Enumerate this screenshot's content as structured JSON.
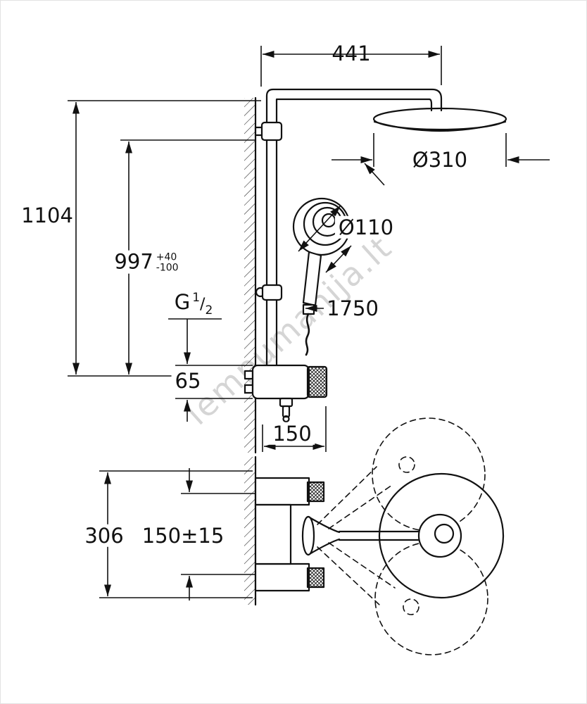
{
  "watermark": {
    "text": "lempumanija.lt"
  },
  "dimensions": {
    "top_width": "441",
    "head_diameter": "Ø310",
    "hand_shower_diameter": "Ø110",
    "total_height": "1104",
    "wall_bracket_height": "997",
    "tolerance_plus": "+40",
    "tolerance_minus": "-100",
    "thread_letter": "G",
    "thread_numerator": "1",
    "thread_slash": "/",
    "thread_denominator": "2",
    "hose_length": "1750",
    "valve_height": "65",
    "valve_depth": "150",
    "plan_height": "306",
    "plan_offset": "150±15"
  }
}
